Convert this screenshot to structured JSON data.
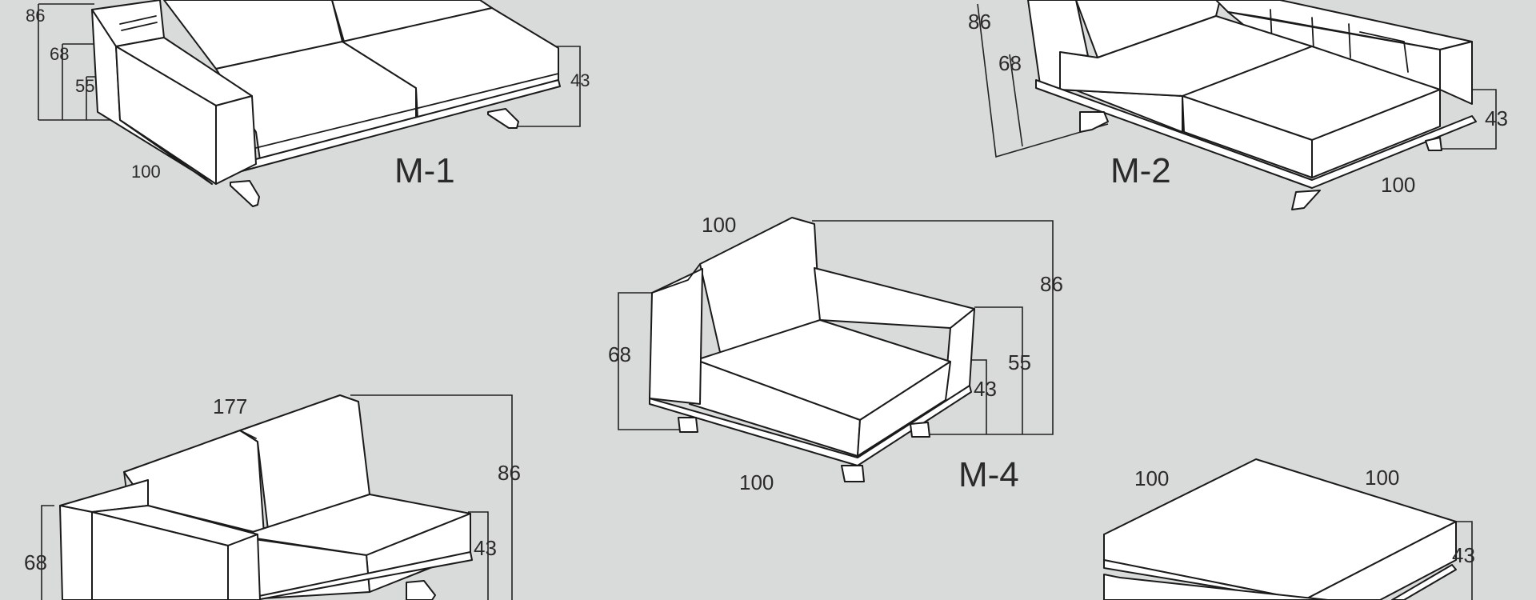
{
  "modules": {
    "m1": {
      "label": "M-1",
      "dims": {
        "overall_height": "86",
        "arm_height": "68",
        "back_height": "55",
        "seat_height": "43",
        "depth": "100"
      }
    },
    "m2": {
      "label": "M-2",
      "dims": {
        "overall_height": "86",
        "arm_height": "68",
        "seat_height": "43",
        "depth": "100"
      }
    },
    "m4": {
      "label": "M-4",
      "dims": {
        "depth_top": "100",
        "overall_height": "86",
        "arm_height": "68",
        "back_height": "55",
        "seat_height": "43",
        "depth_bottom": "100"
      }
    },
    "m3": {
      "dims": {
        "width": "177",
        "overall_height": "86",
        "arm_height": "68",
        "seat_height": "43"
      }
    },
    "ottoman": {
      "dims": {
        "width": "100",
        "depth": "100",
        "height": "43"
      }
    }
  }
}
